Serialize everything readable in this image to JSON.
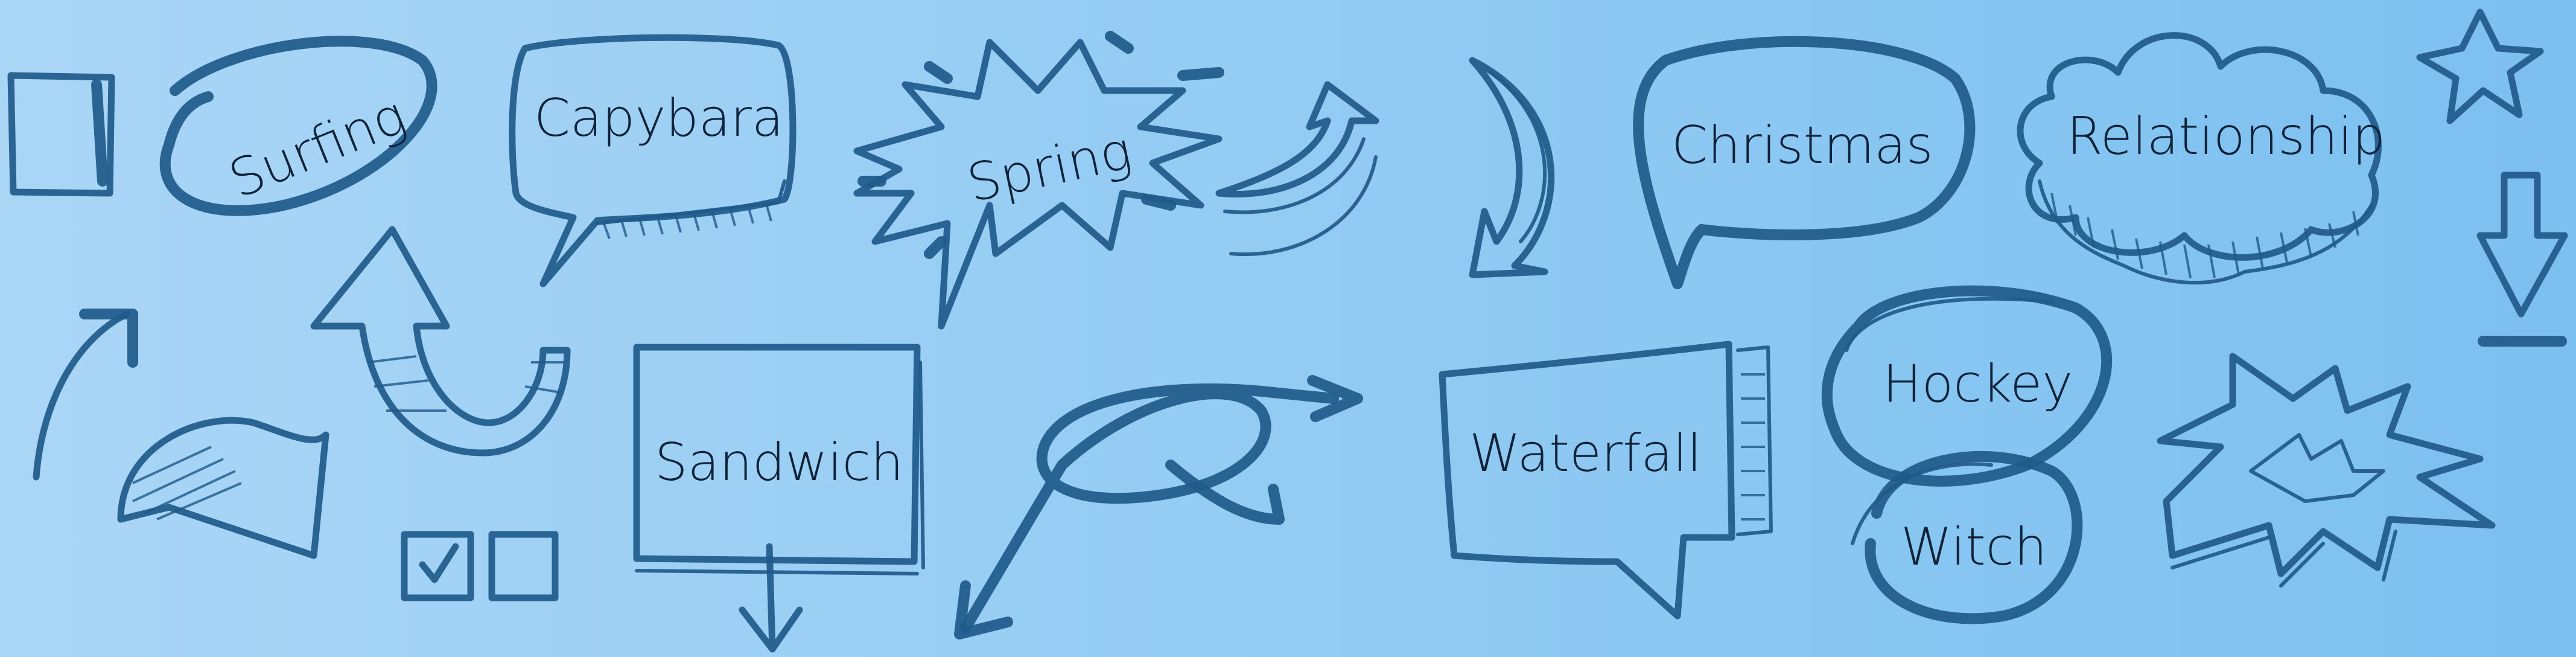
{
  "background": {
    "gradient_start": "#aad6f6",
    "gradient_end": "#7cc0f0"
  },
  "ink_color": "#1f5a8a",
  "text_color": "#0f2238",
  "words": {
    "surfing": "Surfing",
    "capybara": "Capybara",
    "spring": "Spring",
    "christmas": "Christmas",
    "relationship": "Relationship",
    "sandwich": "Sandwich",
    "waterfall": "Waterfall",
    "hockey": "Hockey",
    "witch": "Witch"
  },
  "icons": [
    "square-frame-icon",
    "star-icon",
    "down-arrow-icon",
    "curved-arrow-icon",
    "checkbox-checked-icon",
    "checkbox-empty-icon",
    "explosion-burst-icon"
  ]
}
